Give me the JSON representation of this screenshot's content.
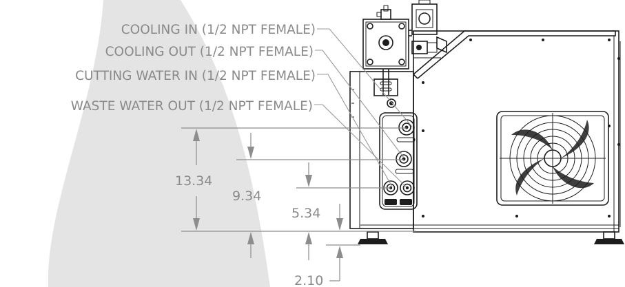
{
  "callouts": [
    "COOLING IN (1/2 NPT FEMALE)",
    "COOLING OUT (1/2 NPT FEMALE)",
    "CUTTING WATER IN (1/2 NPT FEMALE)",
    "WASTE WATER OUT (1/2 NPT FEMALE)"
  ],
  "dimensions": {
    "d1": "13.34",
    "d2": "9.34",
    "d3": "5.34",
    "d4": "2.10"
  },
  "colors": {
    "swoosh": "#e4e4e4",
    "annotation": "#8a8a8a",
    "linework": "#1c1c1c"
  }
}
